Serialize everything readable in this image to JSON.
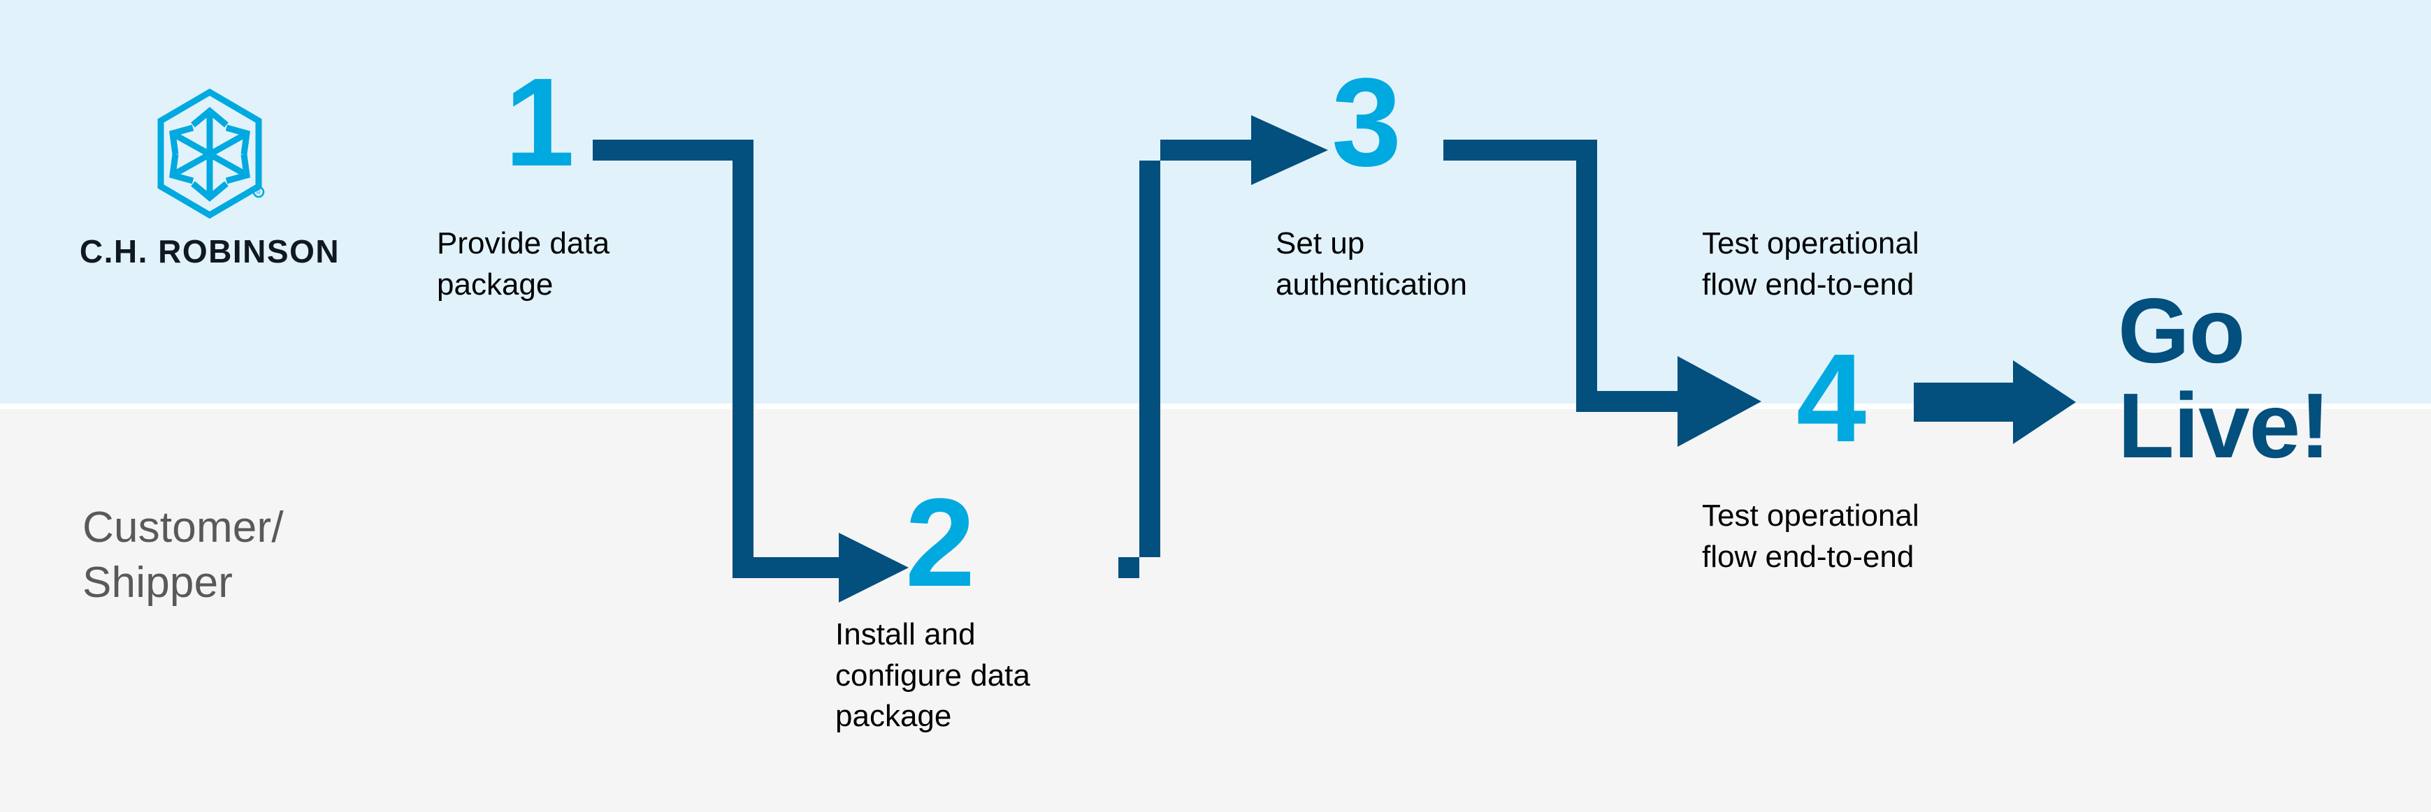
{
  "brand": {
    "logo_icon": "ch-robinson-cube-logo-icon",
    "wordmark": "C.H. ROBINSON",
    "registered_mark": "®",
    "logo_color": "#00a9e0"
  },
  "colors": {
    "band_top": "#e2f2fb",
    "band_bottom": "#f5f5f5",
    "connector_navy": "#034f7d",
    "number_cyan": "#00a9e0",
    "caption_black": "#000000",
    "lane_label_gray": "#58595b"
  },
  "lane": {
    "label_line1": "Customer/",
    "label_line2": "Shipper"
  },
  "steps": [
    {
      "number": "1",
      "caption_line1": "Provide data",
      "caption_line2": "package",
      "caption_line3": ""
    },
    {
      "number": "2",
      "caption_line1": "Install and",
      "caption_line2": "configure data",
      "caption_line3": "package"
    },
    {
      "number": "3",
      "caption_line1": "Set up",
      "caption_line2": "authentication",
      "caption_line3": ""
    },
    {
      "number": "4",
      "caption_line1": "Test operational",
      "caption_line2": "flow end-to-end",
      "caption_line3": ""
    }
  ],
  "extra_caption": {
    "line1": "Test operational",
    "line2": "flow end-to-end"
  },
  "outcome": {
    "line1": "Go",
    "line2": "Live!"
  },
  "connectors": [
    {
      "name": "connector-1-to-2",
      "shape": "right-down-right-arrow"
    },
    {
      "name": "connector-2-to-3",
      "shape": "right-up-right-arrow"
    },
    {
      "name": "connector-3-to-4",
      "shape": "right-down-right-arrow"
    },
    {
      "name": "connector-4-to-golive",
      "shape": "right-arrow"
    }
  ]
}
